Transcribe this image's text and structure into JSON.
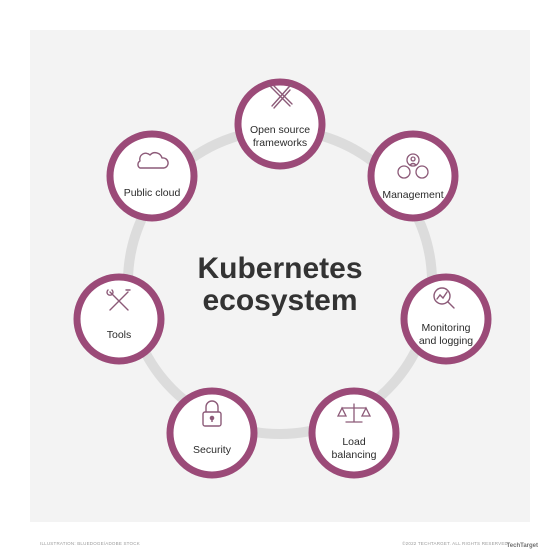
{
  "title_line1": "Kubernetes",
  "title_line2": "ecosystem",
  "nodes": [
    {
      "label": "Open source frameworks",
      "icon": "crossed-tools-icon"
    },
    {
      "label": "Management",
      "icon": "people-group-icon"
    },
    {
      "label": "Monitoring and logging",
      "icon": "magnifier-chart-icon"
    },
    {
      "label": "Load balancing",
      "icon": "scales-icon"
    },
    {
      "label": "Security",
      "icon": "padlock-icon"
    },
    {
      "label": "Tools",
      "icon": "wrench-screwdriver-icon"
    },
    {
      "label": "Public cloud",
      "icon": "cloud-icon"
    }
  ],
  "footer_left": "ILLUSTRATION: BLUEDOGE/ADOBE STOCK",
  "footer_right": "©2022 TECHTARGET. ALL RIGHTS RESERVED",
  "brand": "TechTarget",
  "colors": {
    "ring": "#9b4a78",
    "track": "#dcdcdc",
    "icon": "#8c5a78",
    "panel": "#f3f3f3"
  }
}
